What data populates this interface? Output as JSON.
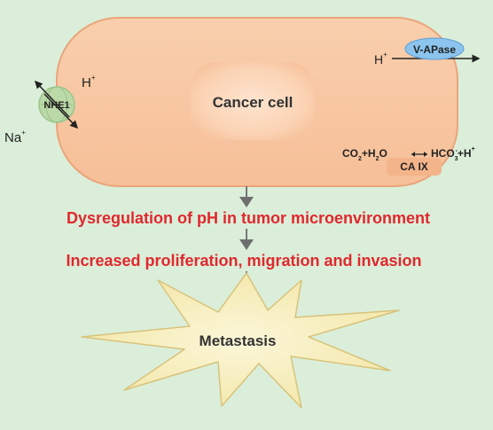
{
  "cell": {
    "label": "Cancer cell"
  },
  "nhe1": {
    "label": "NHE1",
    "ion_out": "H",
    "ion_out_sup": "+",
    "ion_in": "Na",
    "ion_in_sup": "+"
  },
  "vapase": {
    "label": "V-APase",
    "ion": "H",
    "ion_sup": "+"
  },
  "caix": {
    "label": "CA IX",
    "left_co": "CO",
    "left_co_sub": "2",
    "left_h2o_pre": "+H",
    "left_h2o_sub": "2",
    "left_h2o_post": "O",
    "right_hco": "HCO",
    "right_hco_sub": "3",
    "right_hco_sup": "-",
    "right_h": "+H",
    "right_h_sup": "+"
  },
  "steps": {
    "step1": "Dysregulation of pH in tumor microenvironment",
    "step2": "Increased proliferation, migration and invasion"
  },
  "outcome": {
    "label": "Metastasis"
  },
  "colors": {
    "background": "#dbeed9",
    "cell_fill": "#f8c6a0",
    "cell_stroke": "#e79a68",
    "nucleus_fill": "#fbd6b8",
    "transporter_fill": "#b7d9a4",
    "pump_fill": "#8fc4ec",
    "step_text": "#e0282e",
    "star_fill": "#f9f2c6",
    "arrow": "#6e6e6e"
  }
}
